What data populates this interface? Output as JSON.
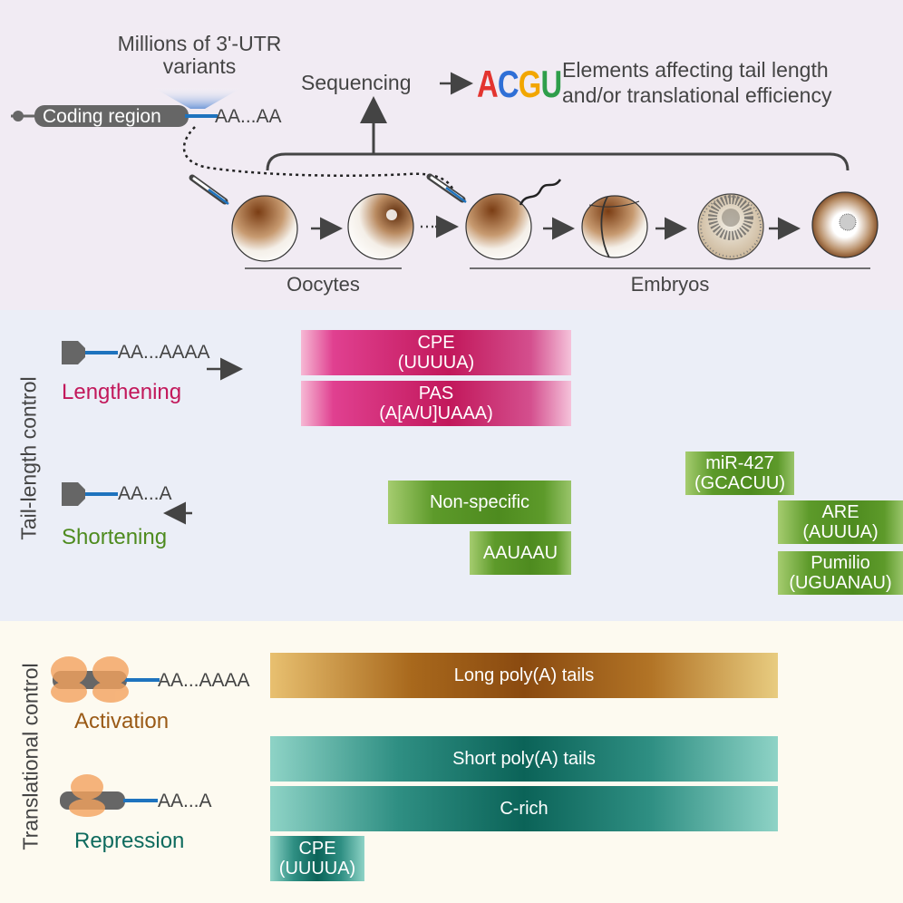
{
  "top": {
    "library_label_line1": "Millions of 3'-UTR",
    "library_label_line2": "variants",
    "coding_region": "Coding region",
    "tail_top": "AA...AA",
    "sequencing": "Sequencing",
    "logo_letters": [
      "A",
      "C",
      "G",
      "U"
    ],
    "logo_colors": [
      "#e3342f",
      "#2f6fd6",
      "#f2a600",
      "#2e9e4a"
    ],
    "elements_line1": "Elements affecting tail length",
    "elements_line2": "and/or translational efficiency",
    "oocytes": "Oocytes",
    "embryos": "Embryos"
  },
  "tail": {
    "axis_label": "Tail-length control",
    "lengthening_tail": "AA...AAAA",
    "lengthening": "Lengthening",
    "shortening_tail": "AA...A",
    "shortening": "Shortening",
    "cpe_line1": "CPE",
    "cpe_line2": "(UUUUA)",
    "pas_line1": "PAS",
    "pas_line2": "(A[A/U]UAAA)",
    "nonspecific": "Non-specific",
    "aauaau": "AAUAAU",
    "mir_line1": "miR-427",
    "mir_line2": "(GCACUU)",
    "are_line1": "ARE",
    "are_line2": "(AUUUA)",
    "pum_line1": "Pumilio",
    "pum_line2": "(UGUANAU)"
  },
  "trans": {
    "axis_label": "Translational control",
    "activation_tail": "AA...AAAA",
    "activation": "Activation",
    "repression_tail": "AA...A",
    "repression": "Repression",
    "long_tails": "Long poly(A) tails",
    "short_tails": "Short poly(A) tails",
    "crich": "C-rich",
    "cpe_line1": "CPE",
    "cpe_line2": "(UUUUA)"
  },
  "colors": {
    "lengthening": "#c2185b",
    "shortening": "#4e8b1f",
    "activation": "#9a5a16",
    "repression": "#0e6b5e"
  }
}
